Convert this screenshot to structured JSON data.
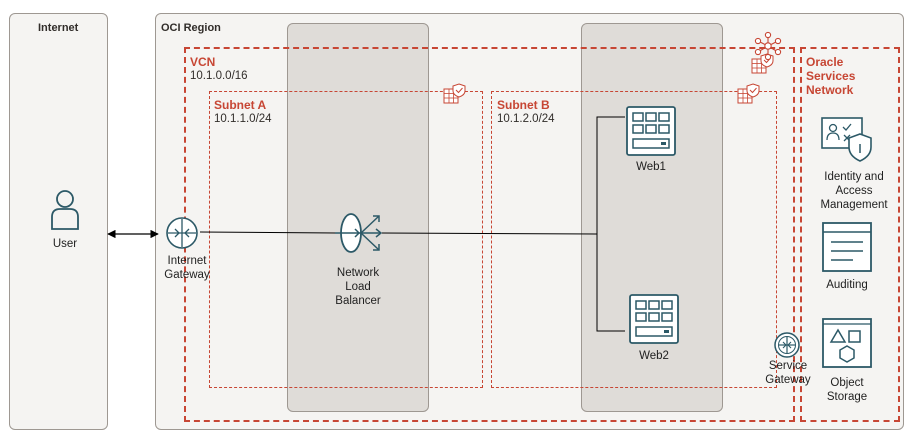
{
  "internet": {
    "title": "Internet"
  },
  "region": {
    "title": "OCI Region"
  },
  "vcn": {
    "title": "VCN",
    "cidr": "10.1.0.0/16"
  },
  "subnet_a": {
    "title": "Subnet A",
    "cidr": "10.1.1.0/24"
  },
  "subnet_b": {
    "title": "Subnet B",
    "cidr": "10.1.2.0/24"
  },
  "osn": {
    "title": "Oracle\nServices\nNetwork"
  },
  "nodes": {
    "user": "User",
    "internet_gateway": "Internet\nGateway",
    "nlb": "Network\nLoad\nBalancer",
    "web1": "Web1",
    "web2": "Web2",
    "service_gateway": "Service\nGateway",
    "iam": "Identity and\nAccess\nManagement",
    "auditing": "Auditing",
    "object_storage": "Object\nStorage"
  },
  "colors": {
    "accent": "#c74634",
    "icon": "#2c5967",
    "panel_border": "#9e9892"
  }
}
